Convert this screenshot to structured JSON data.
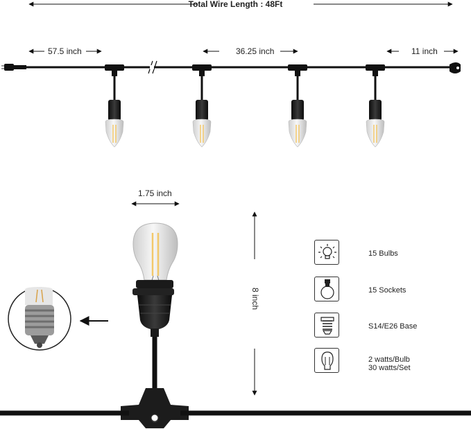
{
  "title": "Total Wire Length : 48Ft",
  "dimensions": {
    "first_spacing": "57.5 inch",
    "bulb_spacing": "36.25 inch",
    "end_lead": "11 inch",
    "bulb_width": "1.75 inch",
    "bulb_height": "8 inch"
  },
  "specs": [
    {
      "icon": "bulb-icon",
      "text": "15  Bulbs"
    },
    {
      "icon": "socket-icon",
      "text": "15 Sockets"
    },
    {
      "icon": "base-icon",
      "text": "S14/E26 Base"
    },
    {
      "icon": "filament-icon",
      "text": "2 watts/Bulb",
      "text2": "30 watts/Set"
    }
  ],
  "colors": {
    "cable": "#111111",
    "socket": "#1a1a1a",
    "glass": "#e8e8e8",
    "filament": "#f2c86a"
  }
}
